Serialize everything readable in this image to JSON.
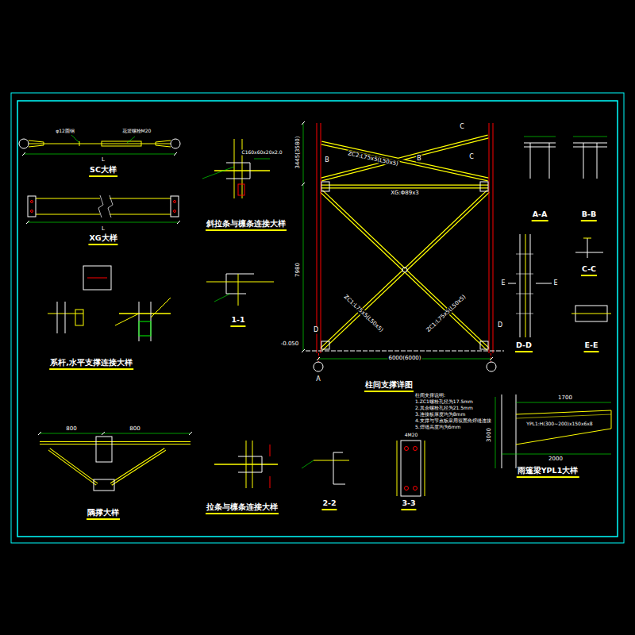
{
  "diagram": {
    "labels": [
      "SC大样",
      "XG大样",
      "斜拉条与檩条连接大样",
      "1-1",
      "系杆,水平支撑连接大样",
      "隅撑大样",
      "拉条与檩条连接大样",
      "2-2",
      "3-3",
      "柱间支撑详图",
      "A-A",
      "B-B",
      "C-C",
      "D-D",
      "E-E",
      "雨篷梁YPL1大样",
      "6000(6000)",
      "7980",
      "3445(3580)",
      "L",
      "L",
      "800",
      "800",
      "1700",
      "2000",
      "3000",
      "-0.050",
      "A",
      "B",
      "B",
      "C",
      "C",
      "D",
      "D",
      "E",
      "E",
      "XG:Φ89x3",
      "ZC1:L75x5(L50x5)",
      "ZC1:L75x5(L50x5)",
      "ZC2:L75x5(L50x5)",
      "柱间支撑说明:",
      "1.ZC1螺栓孔径为17.5mm",
      "2.其余螺栓孔径为21.5mm",
      "3.连接板厚度均为8mm",
      "4.支撑与节点板采用双面角焊缝连接",
      "5.焊缝高度均为6mm",
      "YPL1:H(300~200)x150x6x8",
      "C160x60x20x2.0",
      "φ12圆钢",
      "花篮螺栓M20",
      "4M20"
    ]
  }
}
